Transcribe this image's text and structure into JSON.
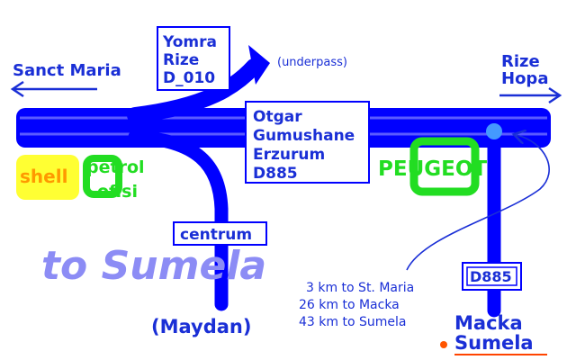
{
  "labels": {
    "sanct_maria": "Sanct Maria",
    "underpass": "(underpass)",
    "rize_hopa": [
      "Rize",
      "Hopa"
    ],
    "maydan": "(Maydan)",
    "to_sumela": "to Sumela",
    "shell": "shell",
    "petrol_ofisi": [
      "petrol",
      "ofisi"
    ],
    "peugeot": "PEUGEOT",
    "macka": "Macka",
    "sumela": "Sumela"
  },
  "signs": {
    "yomra": [
      "Yomra",
      "Rize",
      "D_010"
    ],
    "otgar": [
      "Otgar",
      "Gumushane",
      "Erzurum",
      "D885"
    ],
    "centrum": "centrum",
    "d885": "D885"
  },
  "distances": [
    "3 km to St. Maria",
    "26 km to Macka",
    "43 km to Sumela"
  ],
  "colors": {
    "road": "#0000ff",
    "road_highlight": "#5a5aff",
    "label_blue": "#1a2fd6",
    "to_sumela": "#8c8cf5",
    "shell_bg": "#ffff33",
    "shell_text": "#ff9900",
    "green": "#22dd22",
    "underline": "#ff4400",
    "dot": "#ff5500",
    "junction_dot": "#4499ff"
  }
}
